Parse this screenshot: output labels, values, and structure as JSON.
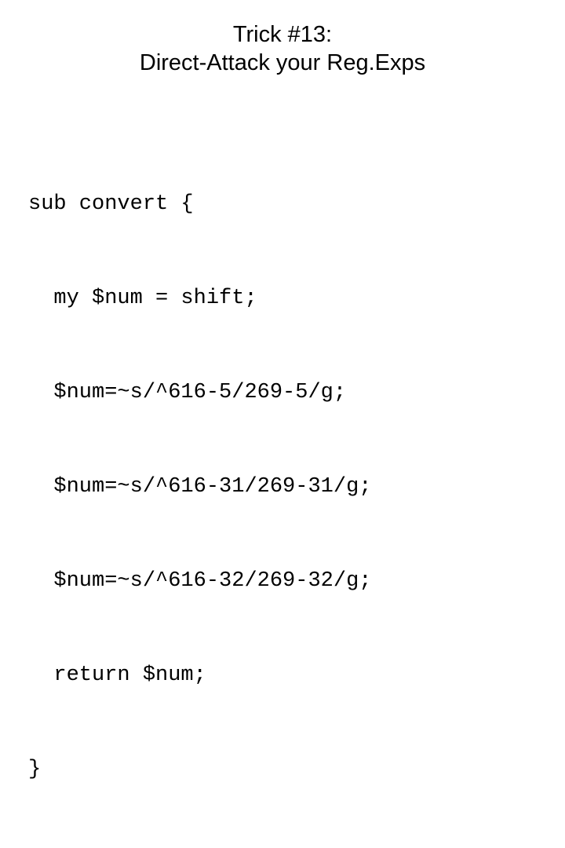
{
  "slide": {
    "title_lines": [
      "Trick #13:",
      "Direct-Attack your Reg.Exps"
    ],
    "code_lines": [
      "sub convert {",
      "  my $num = shift;",
      "  $num=~s/^616-5/269-5/g;",
      "  $num=~s/^616-31/269-31/g;",
      "  $num=~s/^616-32/269-32/g;",
      "  return $num;",
      "}"
    ],
    "colors": {
      "background": "#ffffff",
      "text": "#000000"
    }
  }
}
